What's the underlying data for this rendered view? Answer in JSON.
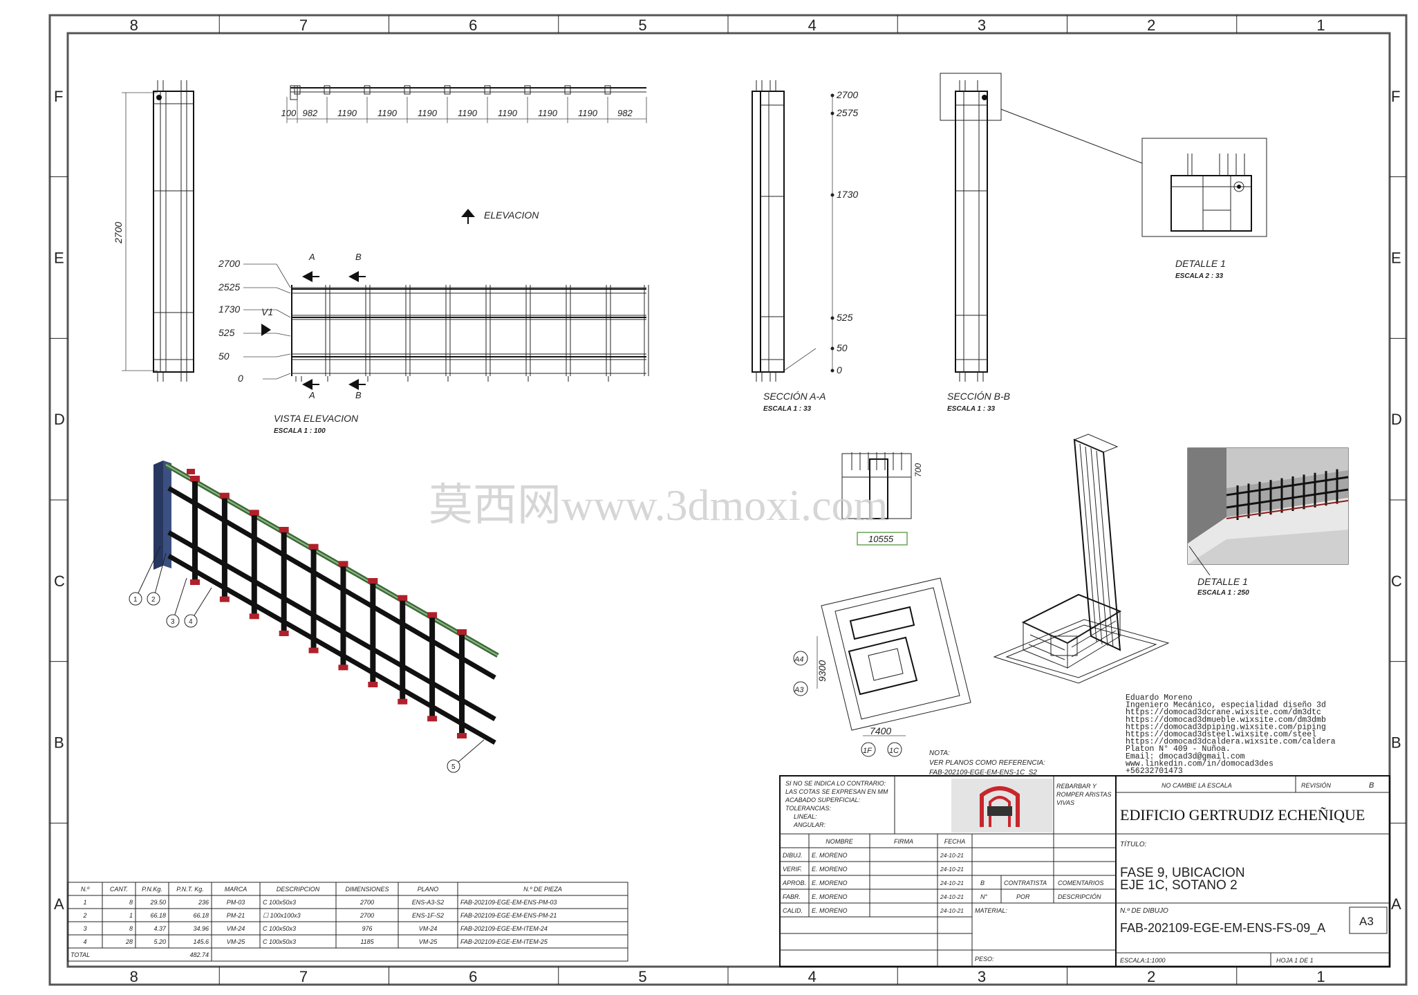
{
  "frame": {
    "columns": [
      "8",
      "7",
      "6",
      "5",
      "4",
      "3",
      "2",
      "1"
    ],
    "rows": [
      "F",
      "E",
      "D",
      "C",
      "B",
      "A"
    ]
  },
  "elevation": {
    "arrow_label": "ELEVACION",
    "title": "VISTA ELEVACION",
    "scale": "ESCALA 1 : 100",
    "top_dims": [
      "100",
      "982",
      "1190",
      "1190",
      "1190",
      "1190",
      "1190",
      "1190",
      "1190",
      "982"
    ],
    "level_labels": [
      "2700",
      "2525",
      "1730",
      "525",
      "50",
      "0"
    ],
    "v1_label": "V1",
    "section_a": "A",
    "section_b": "B",
    "side_height": "2700"
  },
  "section_aa": {
    "title": "SECCIÓN A-A",
    "scale": "ESCALA 1 : 33",
    "levels": [
      "2700",
      "2575",
      "1730",
      "525",
      "50",
      "0"
    ]
  },
  "section_bb": {
    "title": "SECCIÓN B-B",
    "scale": "ESCALA 1 : 33"
  },
  "detail1_top": {
    "title": "DETALLE 1",
    "scale": "ESCALA 2 : 33"
  },
  "detail1_bottom": {
    "title": "DETALLE 1",
    "scale": "ESCALA 1 : 250"
  },
  "plan": {
    "dim_width": "10555",
    "dim_height": "700",
    "dim_9300": "9300",
    "dim_7400": "7400",
    "axis_a4": "A4",
    "axis_a3": "A3",
    "axis_1f": "1F",
    "axis_1c": "1C"
  },
  "iso_balloons": [
    "1",
    "2",
    "3",
    "4",
    "5"
  ],
  "watermark": "莫西网www.3dmoxi.com",
  "author": {
    "lines": [
      "Eduardo Moreno",
      "Ingeniero Mecánico, especialidad diseño 3d",
      "https://domocad3dcrane.wixsite.com/dm3dtc",
      "https://domocad3dmueble.wixsite.com/dm3dmb",
      "https://domocad3dpiping.wixsite.com/piping",
      "https://domocad3dsteel.wixsite.com/steel",
      "https://domocad3dcaldera.wixsite.com/caldera",
      "Platon N° 409 - Nuñoa.",
      "Email: dmocad3d@gmail.com",
      "www.linkedin.com/in/domocad3des",
      "+56232701473"
    ]
  },
  "note": {
    "lines": [
      "NOTA:",
      "VER PLANOS COMO REFERENCIA:",
      "FAB-202109-EGE-EM-ENS-1C_S2"
    ]
  },
  "bom": {
    "headers": [
      "N.º",
      "CANT.",
      "P.N.Kg.",
      "P.N.T. Kg.",
      "MARCA",
      "DESCRIPCION",
      "DIMENSIONES",
      "PLANO",
      "N.º DE PIEZA"
    ],
    "rows": [
      [
        "1",
        "8",
        "29.50",
        "236",
        "PM-03",
        "C 100x50x3",
        "2700",
        "ENS-A3-S2",
        "FAB-202109-EGE-EM-ENS-PM-03"
      ],
      [
        "2",
        "1",
        "66.18",
        "66.18",
        "PM-21",
        "☐ 100x100x3",
        "2700",
        "ENS-1F-S2",
        "FAB-202109-EGE-EM-ENS-PM-21"
      ],
      [
        "3",
        "8",
        "4.37",
        "34.96",
        "VM-24",
        "C 100x50x3",
        "976",
        "VM-24",
        "FAB-202109-EGE-EM-ITEM-24"
      ],
      [
        "4",
        "28",
        "5.20",
        "145.6",
        "VM-25",
        "C 100x50x3",
        "1185",
        "VM-25",
        "FAB-202109-EGE-EM-ITEM-25"
      ]
    ],
    "total_label": "TOTAL",
    "total_value": "482.74"
  },
  "title_block": {
    "general_notes": [
      "SI NO SE INDICA LO CONTRARIO:",
      "LAS COTAS SE EXPRESAN EN MM",
      "ACABADO SUPERFICIAL:",
      "TOLERANCIAS:",
      "LINEAL:",
      "ANGULAR:"
    ],
    "edge_notes": [
      "REBARBAR Y",
      "ROMPER ARISTAS",
      "VIVAS"
    ],
    "no_scale": "NO CAMBIE LA ESCALA",
    "revision_label": "REVISIÓN",
    "revision_value": "B",
    "client": "EDIFICIO GERTRUDIZ ECHEÑIQUE",
    "title_label": "TÍTULO:",
    "title_lines": [
      "FASE 9, UBICACION",
      "EJE 1C, SOTANO 2"
    ],
    "col_headers": [
      "NOMBRE",
      "FIRMA",
      "FECHA"
    ],
    "roles": [
      {
        "role": "DIBUJ.",
        "name": "E. MORENO",
        "date": "24-10-21"
      },
      {
        "role": "VERIF.",
        "name": "E. MORENO",
        "date": "24-10-21"
      },
      {
        "role": "APROB.",
        "name": "E. MORENO",
        "date": "24-10-21"
      },
      {
        "role": "FABR.",
        "name": "E. MORENO",
        "date": "24-10-21"
      },
      {
        "role": "CALID.",
        "name": "E. MORENO",
        "date": "24-10-21"
      }
    ],
    "rev_table": {
      "b": "B",
      "contratista": "CONTRATISTA",
      "comentarios": "COMENTARIOS",
      "no": "N°",
      "por": "POR",
      "descripcion": "DESCRIPCIÓN"
    },
    "material_label": "MATERIAL:",
    "weight_label": "PESO:",
    "drawing_no_label": "N.º DE DIBUJO",
    "drawing_no": "FAB-202109-EGE-EM-ENS-FS-09_A",
    "size": "A3",
    "scale": "ESCALA:1:1000",
    "sheet": "HOJA 1 DE 1"
  }
}
